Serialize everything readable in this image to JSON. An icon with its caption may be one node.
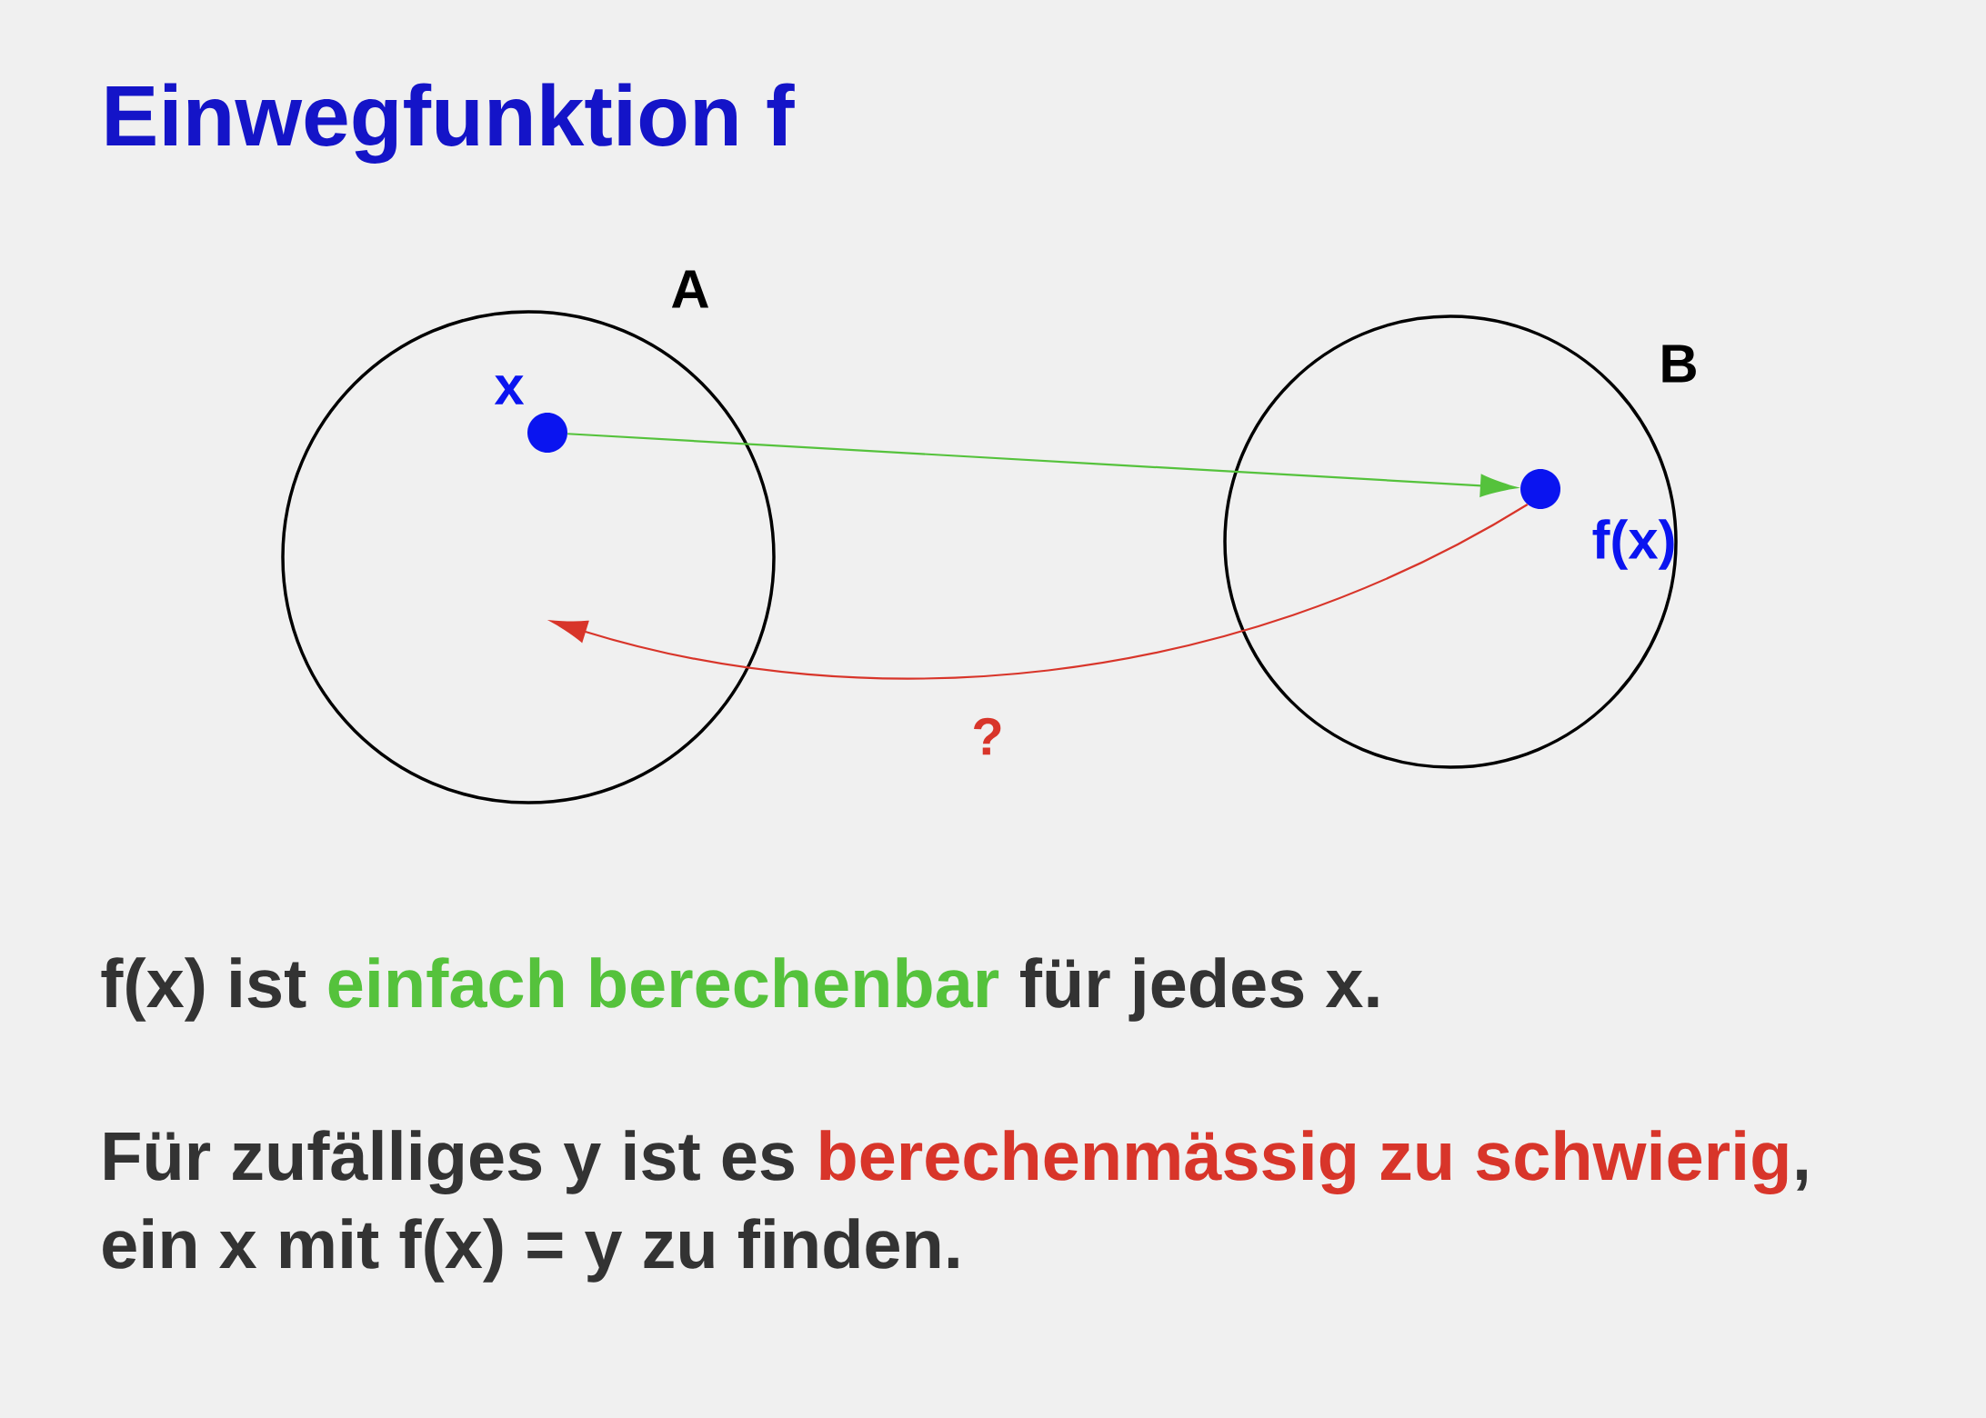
{
  "diagram": {
    "title": "Einwegfunktion f",
    "nodes": [
      {
        "text": [
          "A"
        ]
      },
      {
        "text": [
          "B"
        ]
      },
      {
        "text": [
          "x"
        ],
        "in": 0
      },
      {
        "text": [
          "f(x)"
        ],
        "in": 1
      }
    ],
    "edges": [
      {
        "from": 2,
        "to": 3,
        "arrow": "to",
        "color": "#55c23c"
      },
      {
        "from": 3,
        "to": null,
        "arrow": "to",
        "color": "#d8352a",
        "label": "?"
      }
    ],
    "labels": [
      "f(x)  ist",
      "einfach berechenbar",
      "für jedes x.",
      "Für zufälliges y ist es",
      "berechenmässig zu schwierig",
      ",",
      "ein x mit  f(x) = y  zu finden."
    ]
  }
}
